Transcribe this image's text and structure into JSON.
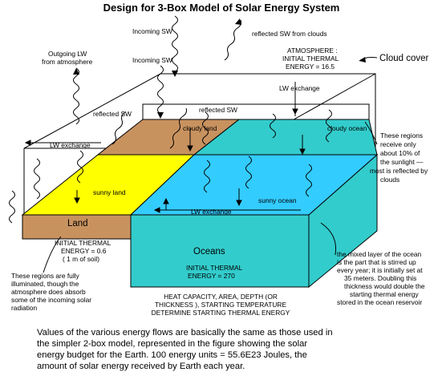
{
  "title": "Design for 3-Box Model of Solar Energy System",
  "labels": {
    "incoming_sw_top": "Incoming SW",
    "reflected_sw_clouds": "reflected SW from clouds",
    "outgoing_lw_1": "Outgoing LW",
    "outgoing_lw_2": "from atmosphere",
    "incoming_sw_mid": "Incoming SW",
    "atmosphere_1": "ATMOSPHERE :",
    "atmosphere_2": "INITIAL THERMAL",
    "atmosphere_3": "ENERGY = 16.5",
    "cloud_cover": "Cloud cover",
    "lw_exchange_right": "LW exchange",
    "reflected_sw_left": "reflected SW",
    "reflected_sw_mid": "reflected SW",
    "cloudy_land": "cloudy land",
    "cloudy_ocean": "cloudy ocean",
    "lw_exchange_left": "LW exchange",
    "sunny_land": "sunny land",
    "sunny_ocean": "sunny ocean",
    "lw_exchange_bottom": "LW exchange",
    "land": "Land",
    "land_energy_1": "INITIAL THERMAL",
    "land_energy_2": "ENERGY = 0.6",
    "land_energy_3": "( 1 m of soil)",
    "oceans": "Oceans",
    "ocean_energy_1": "INITIAL THERMAL",
    "ocean_energy_2": "ENERGY = 270",
    "heat_cap_1": "HEAT CAPACITY, AREA, DEPTH (OR",
    "heat_cap_2": "THICKNESS ), STARTING TEMPERATURE",
    "heat_cap_3": "DETERMINE STARTING THERMAL ENERGY"
  },
  "notes": {
    "clouds": [
      "These regions",
      "receive only",
      "about 10% of",
      "the sunlight —",
      "most is reflected by",
      "clouds"
    ],
    "land": [
      "These regions are fully",
      "illuminated, though the",
      "atmosphere does absorb",
      "some of the incoming solar",
      "radiation"
    ],
    "ocean": [
      "the mixed layer of the ocean",
      "is the part that is stirred up",
      "every year; it is initially set at",
      "35 meters.  Doubling this",
      "thickness would double the",
      "starting thermal energy",
      "stored in the ocean reservoir"
    ]
  },
  "caption": [
    "Values of the various energy flows are basically the same as those used in",
    "the simpler 2-box model, represented in the figure showing the solar",
    "energy budget for the Earth. 100 energy units = 55.6E23 Joules, the",
    "amount of solar energy received by Earth each year."
  ],
  "colors": {
    "land_side": "#c8925f",
    "cloudy_land": "#c8925f",
    "sunny_land": "#ffff00",
    "sunny_ocean": "#33ccff",
    "cloudy_ocean": "#33cccc",
    "ocean_side": "#33cccc"
  }
}
